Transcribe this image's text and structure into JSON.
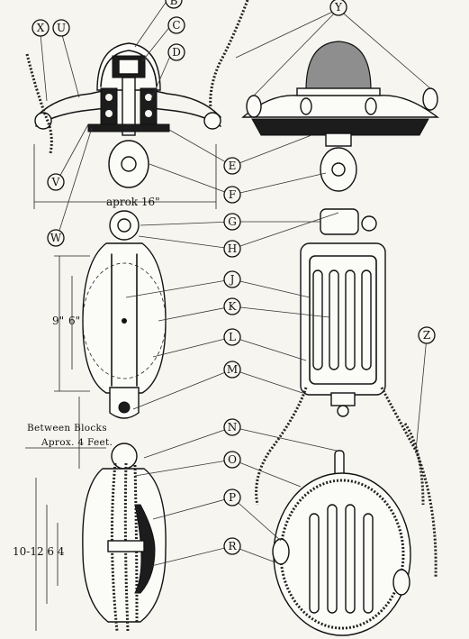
{
  "callouts": {
    "top_left": [
      "X",
      "U",
      "B",
      "C",
      "D",
      "V",
      "W"
    ],
    "right": [
      "Y",
      "Z"
    ],
    "center": [
      "E",
      "F",
      "G",
      "H",
      "J",
      "K",
      "L",
      "M",
      "N",
      "O",
      "P",
      "R"
    ]
  },
  "dimensions": {
    "width": "aprok 16\"",
    "block_height_a": "9\"",
    "block_height_b": "6\"",
    "lower_block": "10-12 6 4"
  },
  "note": {
    "line1": "Between Blocks",
    "line2": "Aprox. 4 Feet."
  },
  "colors": {
    "ink": "#151515",
    "paper": "#f6f5f0"
  }
}
